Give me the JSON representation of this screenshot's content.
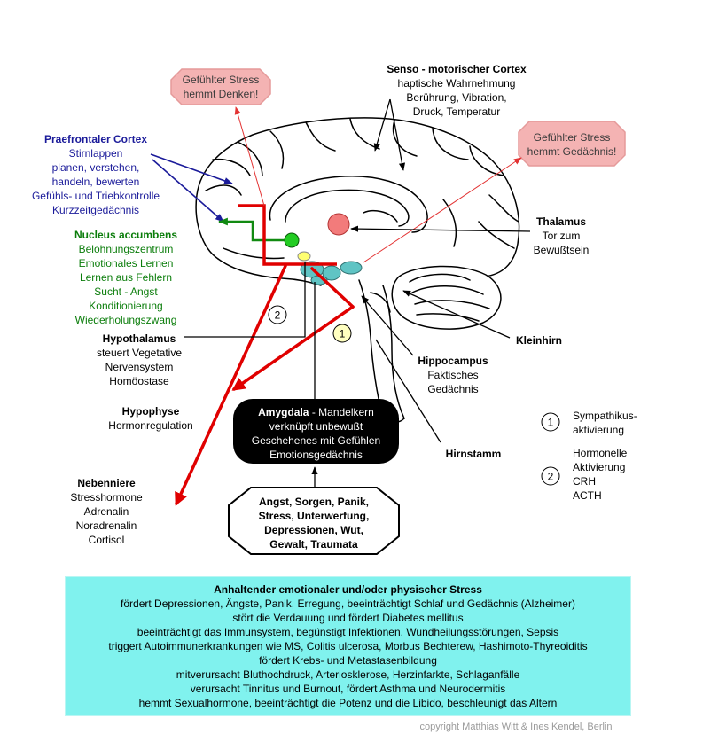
{
  "stress_thinking": {
    "lines": [
      "Gefühlter Stress",
      "hemmt Denken!"
    ]
  },
  "stress_memory": {
    "lines": [
      "Gefühlter Stress",
      "hemmt Gedächnis!"
    ]
  },
  "senso_motor_cortex": {
    "title": "Senso - motorischer Cortex",
    "lines": [
      "haptische Wahrnehmung",
      "Berührung, Vibration,",
      "Druck, Temperatur"
    ]
  },
  "prefrontal_cortex": {
    "title": "Praefrontaler Cortex",
    "lines": [
      "Stirnlappen",
      "planen, verstehen,",
      "handeln, bewerten",
      "Gefühls- und Triebkontrolle",
      "Kurzzeitgedächnis"
    ]
  },
  "nucleus_accumbens": {
    "title": "Nucleus accumbens",
    "lines": [
      "Belohnungszentrum",
      "Emotionales Lernen",
      "Lernen aus Fehlern",
      "Sucht - Angst",
      "Konditionierung",
      "Wiederholungszwang"
    ]
  },
  "thalamus": {
    "title": "Thalamus",
    "lines": [
      "Tor zum",
      "Bewußtsein"
    ]
  },
  "cerebellum": {
    "title": "Kleinhirn"
  },
  "hypothalamus": {
    "title": "Hypothalamus",
    "lines": [
      "steuert Vegetative",
      "Nervensystem",
      "Homöostase"
    ]
  },
  "hippocampus": {
    "title": "Hippocampus",
    "lines": [
      "Faktisches",
      "Gedächnis"
    ]
  },
  "pituitary": {
    "title": "Hypophyse",
    "lines": [
      "Hormonregulation"
    ]
  },
  "amygdala": {
    "title": "Amygdala",
    "title_suffix": " - Mandelkern",
    "lines": [
      "verknüpft unbewußt",
      "Geschehenes mit Gefühlen",
      "Emotionsgedächnis"
    ]
  },
  "brainstem": {
    "title": "Hirnstamm"
  },
  "adrenal_gland": {
    "title": "Nebenniere",
    "lines": [
      "Stresshormone",
      "Adrenalin",
      "Noradrenalin",
      "Cortisol"
    ]
  },
  "triggers": {
    "lines": [
      "Angst, Sorgen, Panik,",
      "Stress, Unterwerfung,",
      "Depressionen, Wut,",
      "Gewalt, Traumata"
    ]
  },
  "markers": {
    "hormonal": "2",
    "sympathetic": "1"
  },
  "legend": [
    {
      "number": "1",
      "lines": [
        "Sympathikus-",
        "aktivierung"
      ]
    },
    {
      "number": "2",
      "lines": [
        "Hormonelle",
        "Aktivierung",
        "CRH",
        "ACTH"
      ]
    }
  ],
  "summary": {
    "title": "Anhaltender emotionaler und/oder physischer Stress",
    "lines": [
      "fördert Depressionen, Ängste, Panik, Erregung, beeinträchtigt Schlaf und Gedächnis (Alzheimer)",
      "stört die Verdauung und fördert Diabetes mellitus",
      "beeinträchtigt das Immunsystem, begünstigt Infektionen, Wundheilungsstörungen, Sepsis",
      "triggert Autoimmunerkrankungen wie MS, Colitis ulcerosa, Morbus Bechterew, Hashimoto-Thyreoiditis",
      "fördert Krebs- und Metastasenbildung",
      "mitverursacht Bluthochdruck, Arteriosklerose, Herzinfarkte, Schlaganfälle",
      "verursacht Tinnitus und Burnout, fördert Asthma und Neurodermitis",
      "hemmt Sexualhormone, beeinträchtigt die Potenz und die Libido, beschleunigt das Altern"
    ]
  },
  "copyright": "copyright Matthias Witt & Ines Kendel, Berlin",
  "colors": {
    "prefrontal_text": "#1b1b9a",
    "nucleus_text": "#0b7d0b",
    "stress_box_fill": "#f4b3b3",
    "stress_box_border": "#e59a9a",
    "summary_fill": "#80f2ee",
    "pathway_red": "#e00000",
    "amygdala_fill": "#000000",
    "thalamus_fill": "#f27b7b",
    "nucleus_fill": "#22cc22",
    "hypothalamus_fill": "#ffff70",
    "amygdala_structures_fill": "#5fc4c4",
    "sympathetic_marker_fill": "#ffffc0"
  }
}
